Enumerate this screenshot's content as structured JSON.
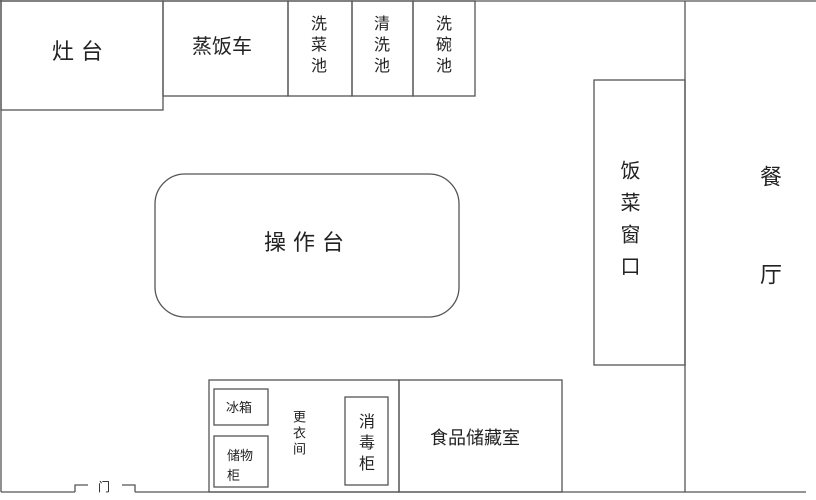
{
  "rooms": {
    "stove": "灶 台",
    "rice_steamer": "蒸饭车",
    "veg_sink": "洗菜池",
    "rinse_sink": "清洗池",
    "dish_sink": "洗碗池",
    "work_table": "操 作 台",
    "serving_window": "饭菜窗口",
    "dining_hall": "餐厅",
    "fridge": "冰箱",
    "storage_cabinet": "储物柜",
    "changing_room": "更衣间",
    "sterilizer": "消毒柜",
    "food_storage": "食品储藏室",
    "door": "门"
  },
  "colors": {
    "line": "#555555",
    "background": "#ffffff"
  }
}
